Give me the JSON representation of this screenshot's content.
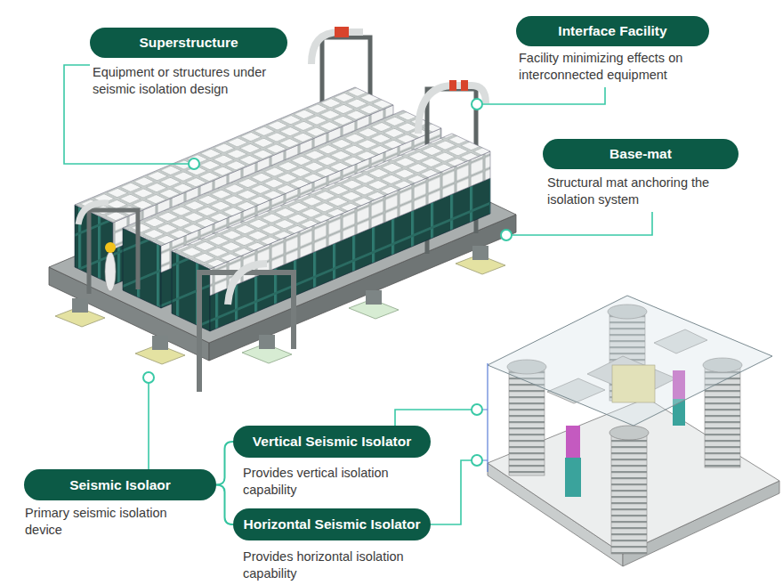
{
  "diagram": {
    "nodes": [
      {
        "text": [
          "Superstructure",
          "Equipment or structures under seismic isolation design"
        ]
      },
      {
        "text": [
          "Interface Facility",
          "Facility minimizing effects on interconnected equipment"
        ]
      },
      {
        "text": [
          "Base-mat",
          "Structural mat anchoring the isolation system"
        ]
      },
      {
        "text": [
          "Seismic Isolaor",
          "Primary seismic isolation device"
        ]
      },
      {
        "text": [
          "Vertical Seismic Isolator",
          "Provides vertical isolation capability"
        ]
      },
      {
        "text": [
          "Horizontal Seismic Isolator",
          "Provides horizontal isolation capability"
        ]
      }
    ],
    "edges": [
      {
        "from": 3,
        "to": 4,
        "arrow": "none"
      },
      {
        "from": 3,
        "to": 5,
        "arrow": "none"
      }
    ]
  }
}
